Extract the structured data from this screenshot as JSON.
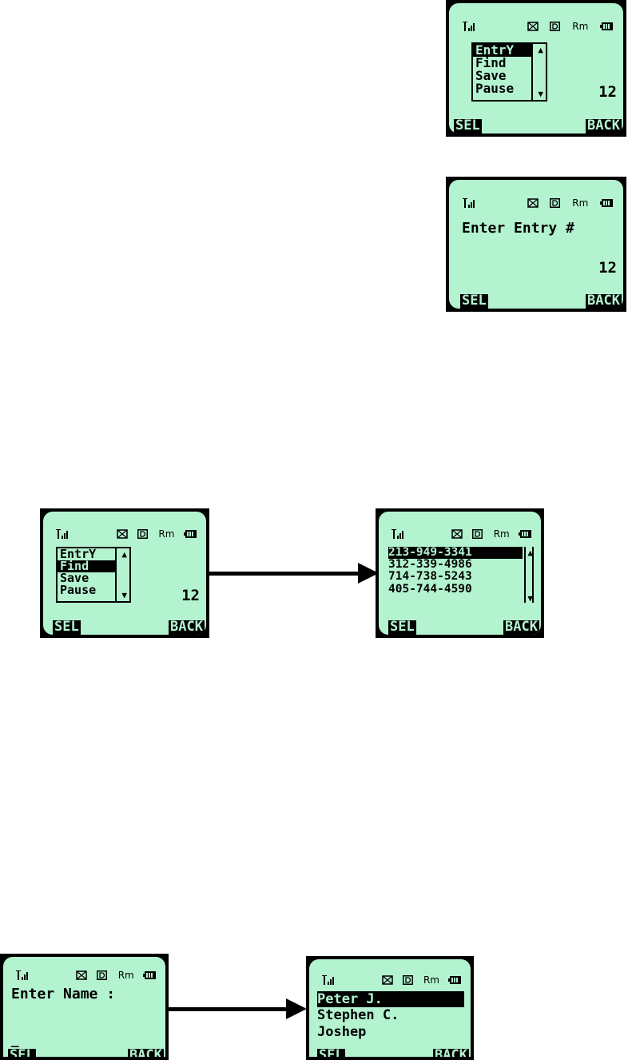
{
  "status": {
    "roaming_label": "Rm"
  },
  "softkeys": {
    "select": "SEL",
    "back": "BACK"
  },
  "menu": {
    "items": [
      "EntrY",
      "Find",
      "Save",
      "Pause"
    ]
  },
  "screens": {
    "menu_entry": {
      "selected": "EntrY",
      "count": "12"
    },
    "enter_entry": {
      "prompt": "Enter Entry #",
      "count": "12"
    },
    "menu_find": {
      "selected": "Find",
      "count": "12"
    },
    "number_list": {
      "items": [
        "213-949-3341",
        "312-339-4986",
        "714-738-5243",
        "405-744-4590"
      ],
      "selected": "213-949-3341"
    },
    "enter_name": {
      "prompt": "Enter Name :",
      "cursor": "_"
    },
    "name_list": {
      "items": [
        "Peter J.",
        "Stephen C.",
        "Joshep"
      ],
      "selected": "Peter J."
    }
  },
  "colors": {
    "lcd": "#b3f3cf",
    "text": "#000000"
  }
}
